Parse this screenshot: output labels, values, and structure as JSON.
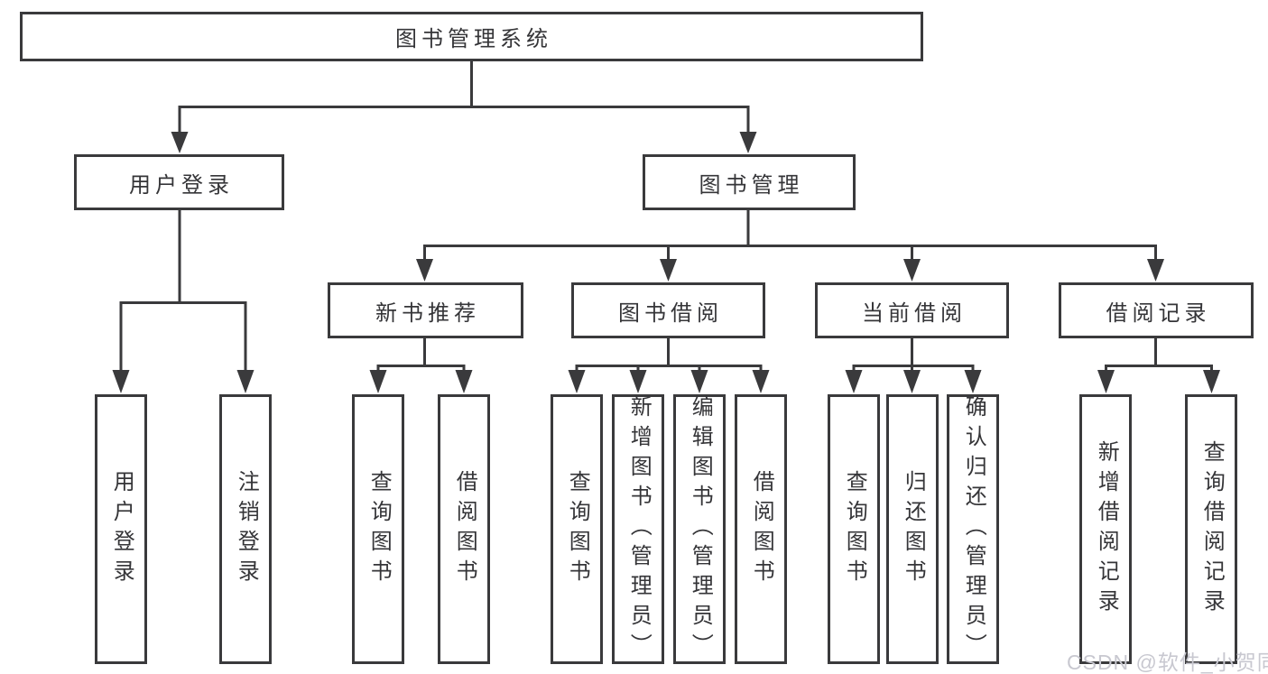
{
  "colors": {
    "line": "#3a3a3c",
    "text": "#353538",
    "background": "#ffffff",
    "watermark_text": "#c8c8d0"
  },
  "tree": {
    "root": {
      "label": "图书管理系统"
    },
    "login": {
      "label": "用户登录",
      "children": {
        "user_login": {
          "label": "用户登录"
        },
        "logout": {
          "label": "注销登录"
        }
      }
    },
    "manage": {
      "label": "图书管理",
      "children": {
        "recommend": {
          "label": "新书推荐",
          "children": {
            "query": {
              "label": "查询图书"
            },
            "borrow": {
              "label": "借阅图书"
            }
          }
        },
        "borrowing": {
          "label": "图书借阅",
          "children": {
            "query": {
              "label": "查询图书"
            },
            "add": {
              "label": "新增图书（管理员）"
            },
            "edit": {
              "label": "编辑图书（管理员）"
            },
            "borrow": {
              "label": "借阅图书"
            }
          }
        },
        "current": {
          "label": "当前借阅",
          "children": {
            "query": {
              "label": "查询图书"
            },
            "return": {
              "label": "归还图书"
            },
            "confirm": {
              "label": "确认归还（管理员）"
            }
          }
        },
        "records": {
          "label": "借阅记录",
          "children": {
            "add": {
              "label": "新增借阅记录"
            },
            "query": {
              "label": "查询借阅记录"
            }
          }
        }
      }
    }
  },
  "watermark": {
    "text": "CSDN @软件_小贺同学"
  }
}
